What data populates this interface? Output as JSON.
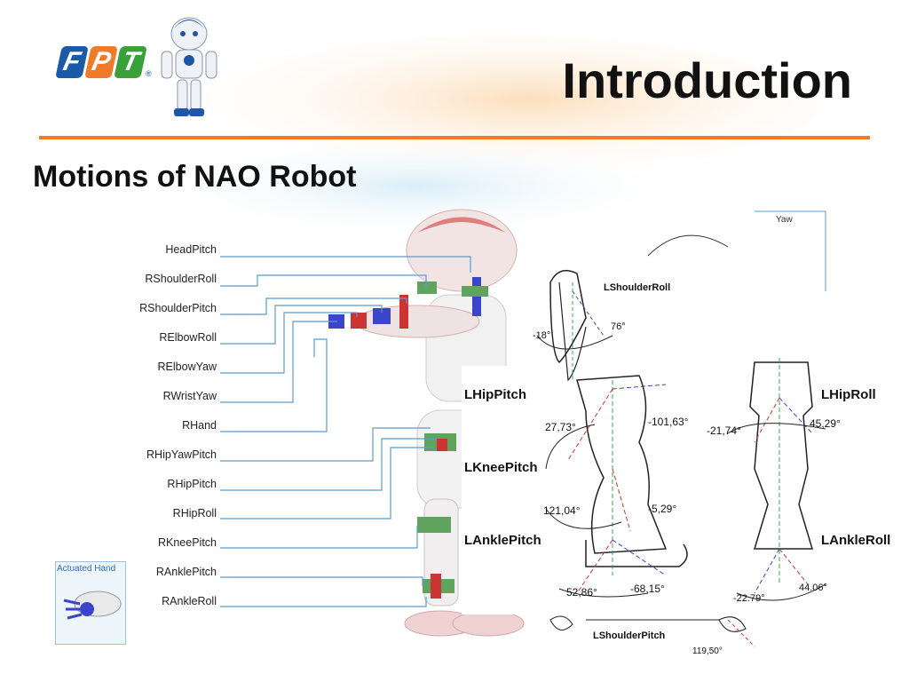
{
  "slide": {
    "logo": [
      "F",
      "P",
      "T"
    ],
    "logo_mark": "®",
    "title": "Introduction",
    "subtitle": "Motions of NAO Robot"
  },
  "joint_labels": [
    "HeadPitch",
    "RShoulderRoll",
    "RShoulderPitch",
    "RElbowRoll",
    "RElbowYaw",
    "RWristYaw",
    "RHand",
    "RHipYawPitch",
    "RHipPitch",
    "RHipRoll",
    "RKneePitch",
    "RAnklePitch",
    "RAnkleRoll"
  ],
  "actuated_hand_label": "Actuated Hand",
  "diagram": {
    "yaw_label": "Yaw",
    "lshoulderroll": "LShoulderRoll",
    "lshoulderroll_min": "-18°",
    "lshoulderroll_max": "76°",
    "lhippitch": "LHipPitch",
    "lkneepitch": "LKneePitch",
    "lanklepitch": "LAnklePitch",
    "lhiproll": "LHipRoll",
    "lankleroll": "LAnkleRoll",
    "lshoulderpitch": "LShoulderPitch",
    "angles": {
      "hip_pitch_min": "27,73°",
      "hip_pitch_max": "-101,63°",
      "knee_pitch_max": "121,04°",
      "knee_pitch_min": "-5,29°",
      "ankle_pitch_max": "52,86°",
      "ankle_pitch_min": "-68,15°",
      "hip_roll_min": "-21,74°",
      "hip_roll_max": "45,29°",
      "ankle_roll_max": "44.06°",
      "ankle_roll_min": "-22.79°",
      "shoulder_pitch": "119,50°"
    }
  },
  "colors": {
    "accent_rule": "#f07a28",
    "logo_blue": "#1a5aa8",
    "logo_orange": "#f07a28",
    "logo_green": "#3aa13a"
  }
}
